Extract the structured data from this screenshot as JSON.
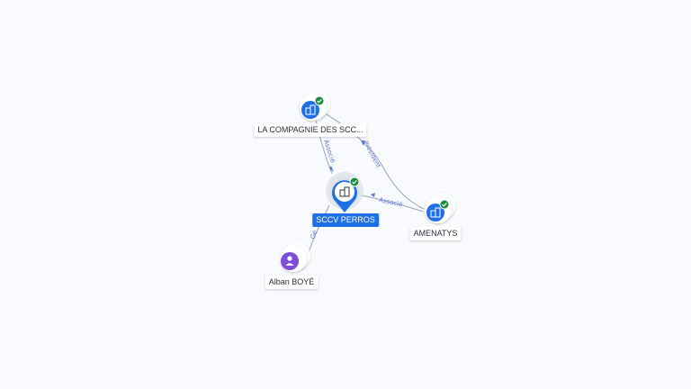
{
  "graph": {
    "nodes": {
      "company_a": {
        "label": "LA COMPAGNIE DES SCC...",
        "icon": "building-icon",
        "verified": true
      },
      "center": {
        "label": "SCCV PERROS",
        "icon": "building-icon",
        "verified": true
      },
      "company_b": {
        "label": "AMENATYS",
        "icon": "building-icon",
        "verified": true
      },
      "person": {
        "label": "Alban BOYÉ",
        "icon": "person-icon",
        "verified": false
      }
    },
    "edges": {
      "a_to_center": {
        "label": "Associé"
      },
      "b_to_a": {
        "label": "Président"
      },
      "b_to_center": {
        "label": "Associé"
      },
      "person_to_center": {
        "label": "Gé"
      }
    }
  },
  "colors": {
    "accent": "#1f6fe5",
    "verified": "#1a8a3c",
    "person": "#7c4ddb",
    "edge": "#9aa3b5",
    "edge_label": "#5a77d6"
  }
}
